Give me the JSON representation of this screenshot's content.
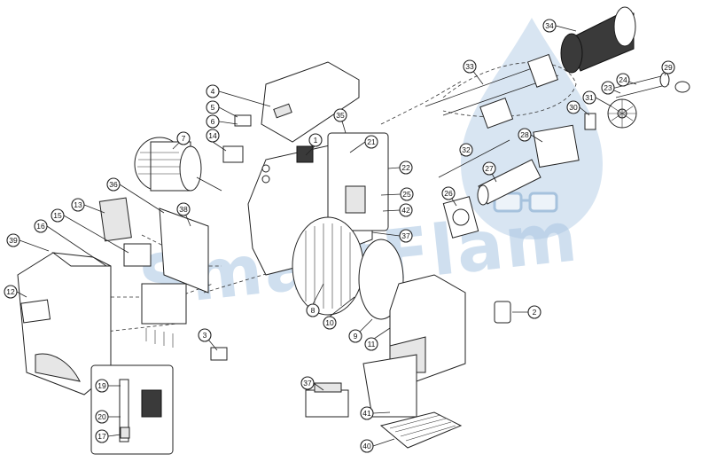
{
  "watermark": {
    "text": "SmartFlam"
  },
  "callouts": [
    "1",
    "2",
    "3",
    "4",
    "5",
    "6",
    "7",
    "8",
    "9",
    "10",
    "11",
    "12",
    "13",
    "14",
    "15",
    "16",
    "17",
    "19",
    "20",
    "21",
    "22",
    "23",
    "24",
    "25",
    "26",
    "27",
    "28",
    "29",
    "30",
    "31",
    "32",
    "33",
    "34",
    "35",
    "36",
    "37",
    "37",
    "38",
    "39",
    "40",
    "41",
    "42"
  ],
  "colors": {
    "watermark": "#a9c6e2",
    "line": "#222222",
    "tube": "#333333"
  }
}
